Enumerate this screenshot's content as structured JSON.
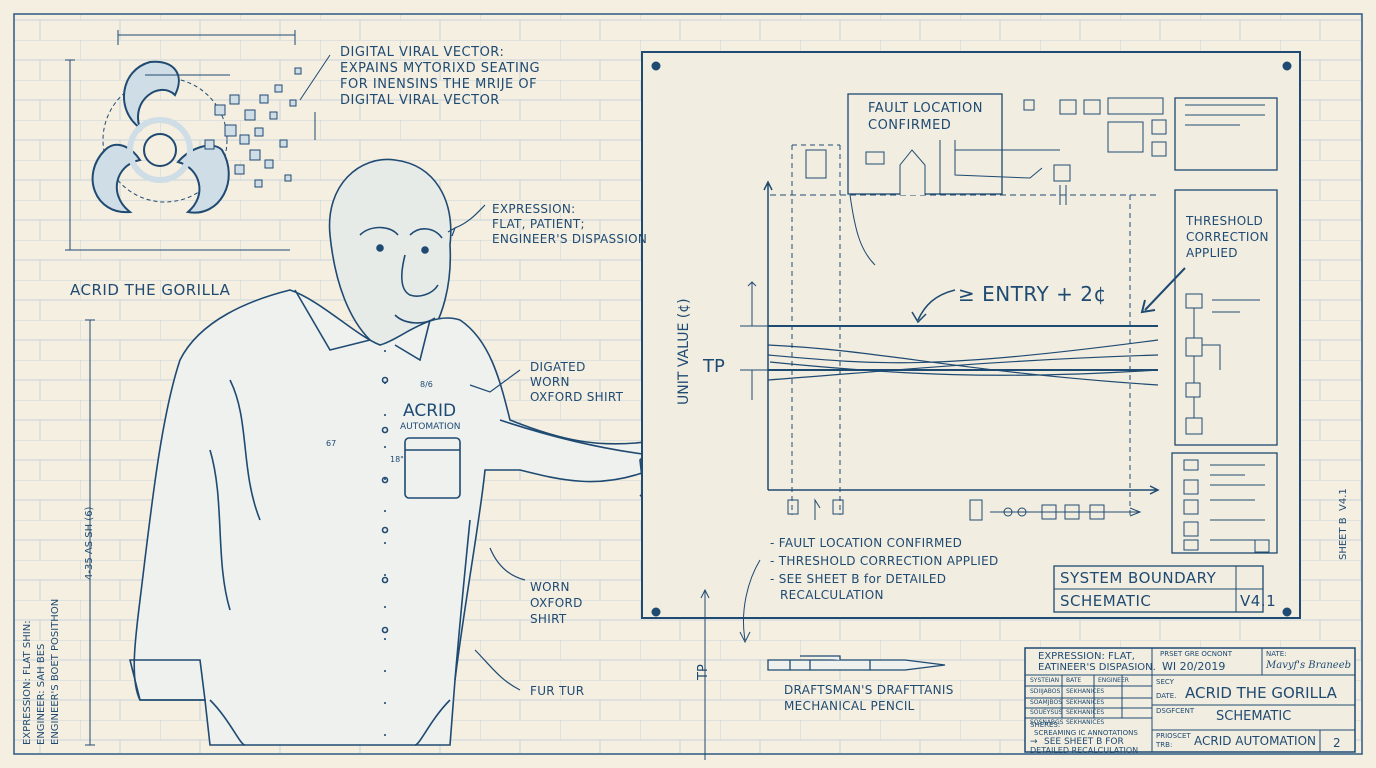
{
  "callouts": {
    "viral_vector": [
      "DIGITAL VIRAL VECTOR:",
      "EXPAINS MYTORIXD SEATING",
      "FOR INENSINS THE MRIJE OF",
      "DIGITAL VIRAL VECTOR"
    ],
    "expression": [
      "EXPRESSION:",
      "FLAT, PATIENT;",
      "ENGINEER'S DISPASSION"
    ],
    "digated_shirt": [
      "DIGATED",
      "WORN",
      "OXFORD SHIRT"
    ],
    "worn_shirt": [
      "WORN",
      "OXFORD",
      "SHIRT"
    ],
    "fur": "FUR TUR",
    "pencil": [
      "DRAFTSMAN'S DRAFTTANIS",
      "MECHANICAL PENCIL"
    ]
  },
  "figure": {
    "name_label": "ACRID THE GORILLA",
    "pocket_brand": "ACRID",
    "pocket_sub": "AUTOMATION",
    "dim_pocket_top": "8/6",
    "dim_pocket_side": "18\"",
    "dim_left": "67",
    "dim_height": "4-35 AS SH (6)",
    "vertical_note": [
      "EXPRESSION: FLAT SHIN:",
      "ENGINEER: SAH BES",
      "ENGINEER'S BOET POSITHON"
    ]
  },
  "board": {
    "fault_box": [
      "FAULT LOCATION",
      "CONFIRMED"
    ],
    "threshold": [
      "THRESHOLD",
      "CORRECTION",
      "APPLIED"
    ],
    "entry_label": "≥ ENTRY + 2¢",
    "y_axis": "UNIT VALUE (¢)",
    "tp_label": "TP",
    "tp_axis": "TP",
    "notes": [
      "- FAULT LOCATION CONFIRMED",
      "- THRESHOLD CORRECTION APPLIED",
      "- SEE SHEET B for DETAILED",
      "RECALCULATION"
    ],
    "system_boundary": "SYSTEM BOUNDARY",
    "schematic": "SCHEMATIC",
    "version": "V4.1",
    "sheet_vertical": "SHEET B  V4.1"
  },
  "title_block": {
    "expression": [
      "EXPRESSION: FLAT,",
      "EATINEER'S DISPASION."
    ],
    "prset": "PRSET GRE OCNONT",
    "date": "WI 20/2019",
    "nate_label": "NATE:",
    "signature": "Mavyf's Braneeb",
    "grid_head": [
      "SYSTEIAN",
      "BATE",
      "ENGINEER"
    ],
    "grid_cells": [
      "SDIIJABOS",
      "SEKHANICES",
      "SOAMJBOS",
      "SEKHANICES",
      "SOUEYSUS",
      "SEKHANICES",
      "SOSNABGS",
      "SEKHANICES"
    ],
    "secy": "SECY",
    "date_label": "DATE.",
    "title": "ACRID THE GORILLA",
    "dsgfcent": "DSGFCENT",
    "schematic": "SCHEMATIC",
    "sheres": "SHERES:",
    "note_a": "SCREAMING IC ANNOTATIONS",
    "note_b": "SEE SHEET B FOR",
    "note_c": "DETAILED RECALCULATION",
    "proj_label": [
      "PRIOSCET",
      "TRB:"
    ],
    "company": "ACRID AUTOMATION",
    "sheet_no": "2"
  }
}
